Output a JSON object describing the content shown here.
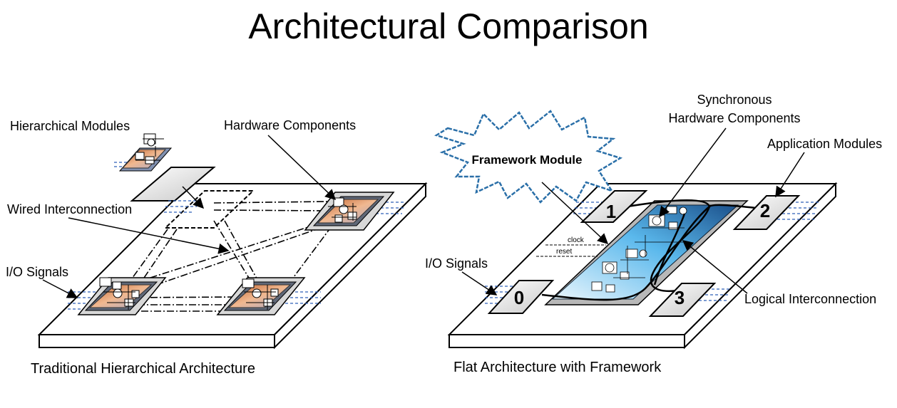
{
  "title": "Architectural Comparison",
  "left": {
    "caption": "Traditional Hierarchical Architecture",
    "labels": {
      "hierarchical_modules": "Hierarchical Modules",
      "hardware_components": "Hardware Components",
      "wired_interconnection": "Wired Interconnection",
      "io_signals": "I/O Signals"
    }
  },
  "right": {
    "caption": "Flat Architecture with Framework",
    "labels": {
      "framework_module": "Framework Module",
      "synchronous_line1": "Synchronous",
      "synchronous_line2": "Hardware Components",
      "application_modules": "Application Modules",
      "io_signals": "I/O Signals",
      "logical_interconnection": "Logical Interconnection",
      "clock": "clock",
      "reset": "reset"
    },
    "slots": [
      "0",
      "1",
      "2",
      "3"
    ]
  },
  "colors": {
    "orange_module": "#e8a070",
    "blue_module": "#9fb6d8",
    "framework_blue": "#4aa8e0",
    "signal_blue": "#2e5fb8",
    "burst_border": "#2a6fa8"
  }
}
